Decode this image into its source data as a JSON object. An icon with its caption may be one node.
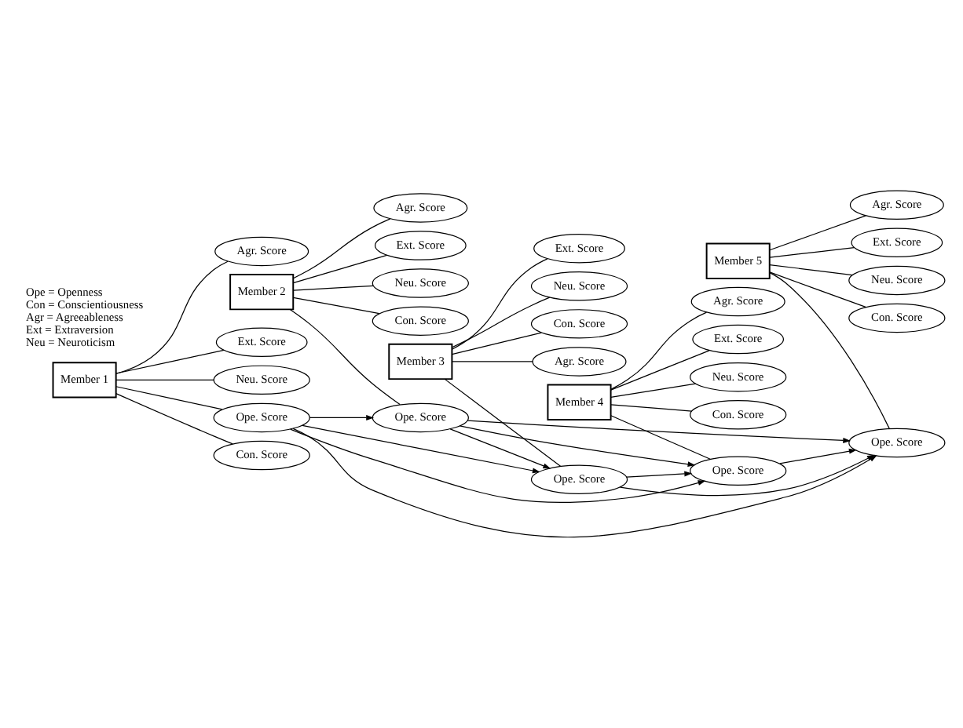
{
  "diagram": {
    "nodes": [
      {
        "text": [
          "Member 1"
        ]
      },
      {
        "text": [
          "Ope. Score"
        ]
      },
      {
        "text": [
          "Con. Score"
        ]
      },
      {
        "text": [
          "Agr. Score"
        ]
      },
      {
        "text": [
          "Ext. Score"
        ]
      },
      {
        "text": [
          "Neu. Score"
        ]
      },
      {
        "text": [
          "Member 2"
        ]
      },
      {
        "text": [
          "Ope. Score"
        ]
      },
      {
        "text": [
          "Con. Score"
        ]
      },
      {
        "text": [
          "Agr. Score"
        ]
      },
      {
        "text": [
          "Ext. Score"
        ]
      },
      {
        "text": [
          "Neu. Score"
        ]
      },
      {
        "text": [
          "Member 3"
        ]
      },
      {
        "text": [
          "Ope. Score"
        ]
      },
      {
        "text": [
          "Con. Score"
        ]
      },
      {
        "text": [
          "Agr. Score"
        ]
      },
      {
        "text": [
          "Ext. Score"
        ]
      },
      {
        "text": [
          "Neu. Score"
        ]
      },
      {
        "text": [
          "Member 4"
        ]
      },
      {
        "text": [
          "Ope. Score"
        ]
      },
      {
        "text": [
          "Con. Score"
        ]
      },
      {
        "text": [
          "Agr. Score"
        ]
      },
      {
        "text": [
          "Ext. Score"
        ]
      },
      {
        "text": [
          "Neu. Score"
        ]
      },
      {
        "text": [
          "Member 5"
        ]
      },
      {
        "text": [
          "Ope. Score"
        ]
      },
      {
        "text": [
          "Con. Score"
        ]
      },
      {
        "text": [
          "Agr. Score"
        ]
      },
      {
        "text": [
          "Ext. Score"
        ]
      },
      {
        "text": [
          "Neu. Score"
        ]
      }
    ],
    "edges": [
      {
        "from": 0,
        "to": 1,
        "arrow": "none"
      },
      {
        "from": 0,
        "to": 2,
        "arrow": "none"
      },
      {
        "from": 0,
        "to": 3,
        "arrow": "none"
      },
      {
        "from": 0,
        "to": 4,
        "arrow": "none"
      },
      {
        "from": 0,
        "to": 5,
        "arrow": "none"
      },
      {
        "from": 6,
        "to": 7,
        "arrow": "none"
      },
      {
        "from": 6,
        "to": 8,
        "arrow": "none"
      },
      {
        "from": 6,
        "to": 9,
        "arrow": "none"
      },
      {
        "from": 6,
        "to": 10,
        "arrow": "none"
      },
      {
        "from": 6,
        "to": 11,
        "arrow": "none"
      },
      {
        "from": 12,
        "to": 13,
        "arrow": "none"
      },
      {
        "from": 12,
        "to": 14,
        "arrow": "none"
      },
      {
        "from": 12,
        "to": 15,
        "arrow": "none"
      },
      {
        "from": 12,
        "to": 16,
        "arrow": "none"
      },
      {
        "from": 12,
        "to": 17,
        "arrow": "none"
      },
      {
        "from": 18,
        "to": 19,
        "arrow": "none"
      },
      {
        "from": 18,
        "to": 20,
        "arrow": "none"
      },
      {
        "from": 18,
        "to": 21,
        "arrow": "none"
      },
      {
        "from": 18,
        "to": 22,
        "arrow": "none"
      },
      {
        "from": 18,
        "to": 23,
        "arrow": "none"
      },
      {
        "from": 24,
        "to": 25,
        "arrow": "none"
      },
      {
        "from": 24,
        "to": 26,
        "arrow": "none"
      },
      {
        "from": 24,
        "to": 27,
        "arrow": "none"
      },
      {
        "from": 24,
        "to": 28,
        "arrow": "none"
      },
      {
        "from": 24,
        "to": 29,
        "arrow": "none"
      },
      {
        "from": 1,
        "to": 7,
        "arrow": "to"
      },
      {
        "from": 1,
        "to": 13,
        "arrow": "to"
      },
      {
        "from": 1,
        "to": 19,
        "arrow": "to"
      },
      {
        "from": 1,
        "to": 25,
        "arrow": "to"
      },
      {
        "from": 7,
        "to": 13,
        "arrow": "to"
      },
      {
        "from": 7,
        "to": 19,
        "arrow": "to"
      },
      {
        "from": 7,
        "to": 25,
        "arrow": "to"
      },
      {
        "from": 13,
        "to": 19,
        "arrow": "to"
      },
      {
        "from": 13,
        "to": 25,
        "arrow": "to"
      },
      {
        "from": 19,
        "to": 25,
        "arrow": "to"
      }
    ],
    "labels": [
      "Ope = Openness",
      "Con = Conscientiousness",
      "Agr = Agreeableness",
      "Ext = Extraversion",
      "Neu = Neuroticism"
    ]
  }
}
